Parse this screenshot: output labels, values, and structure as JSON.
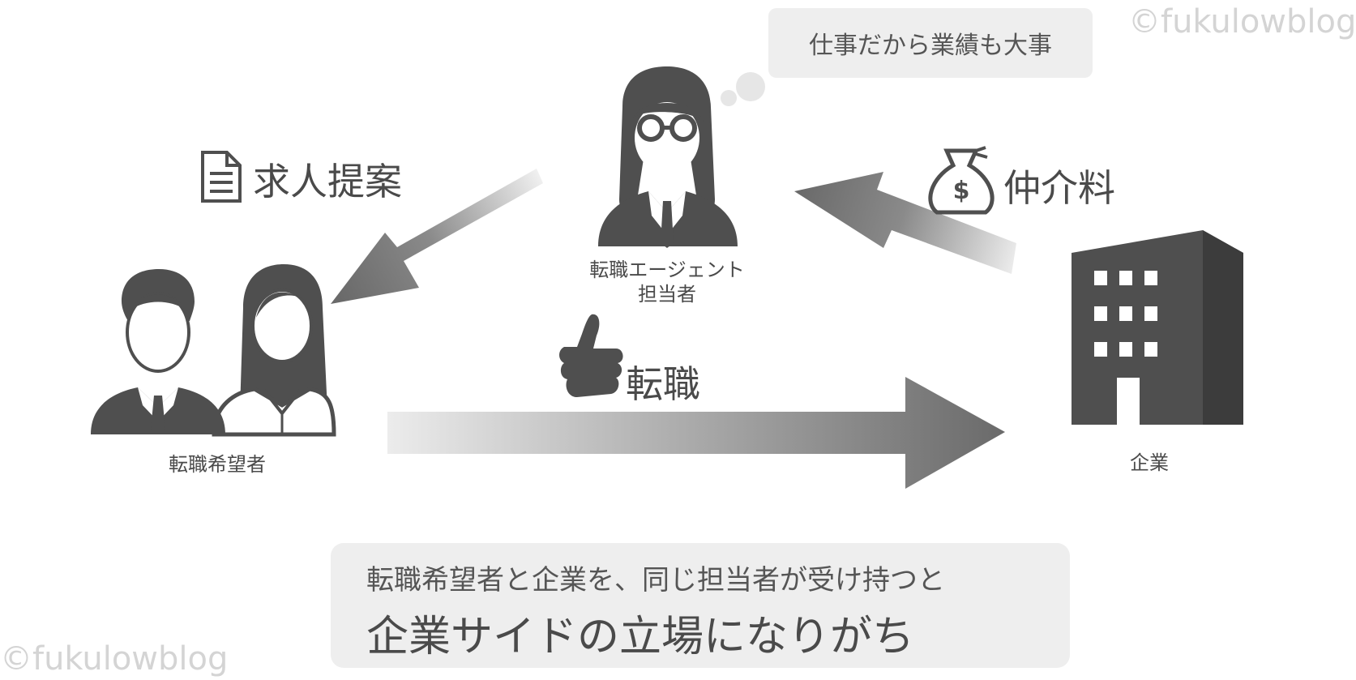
{
  "watermark": {
    "top_right": "©fukulowblog",
    "bottom_left": "©fukulowblog"
  },
  "thought_bubble": {
    "text": "仕事だから業績も大事"
  },
  "agent": {
    "label_line1": "転職エージェント",
    "label_line2": "担当者"
  },
  "job_seeker": {
    "label": "転職希望者"
  },
  "company": {
    "label": "企業"
  },
  "flows": {
    "job_offer": {
      "label": "求人提案",
      "icon": "document-icon"
    },
    "referral_fee": {
      "label": "仲介料",
      "icon": "money-bag-icon"
    },
    "job_change": {
      "label": "転職",
      "icon": "thumbs-up-icon"
    }
  },
  "summary": {
    "line1": "転職希望者と企業を、同じ担当者が受け持つと",
    "line2": "企業サイドの立場になりがち"
  },
  "colors": {
    "icon": "#4f4f4f",
    "arrow_dark": "#6e6e6e",
    "panel": "#eeeeee",
    "text": "#4a4a4a"
  }
}
